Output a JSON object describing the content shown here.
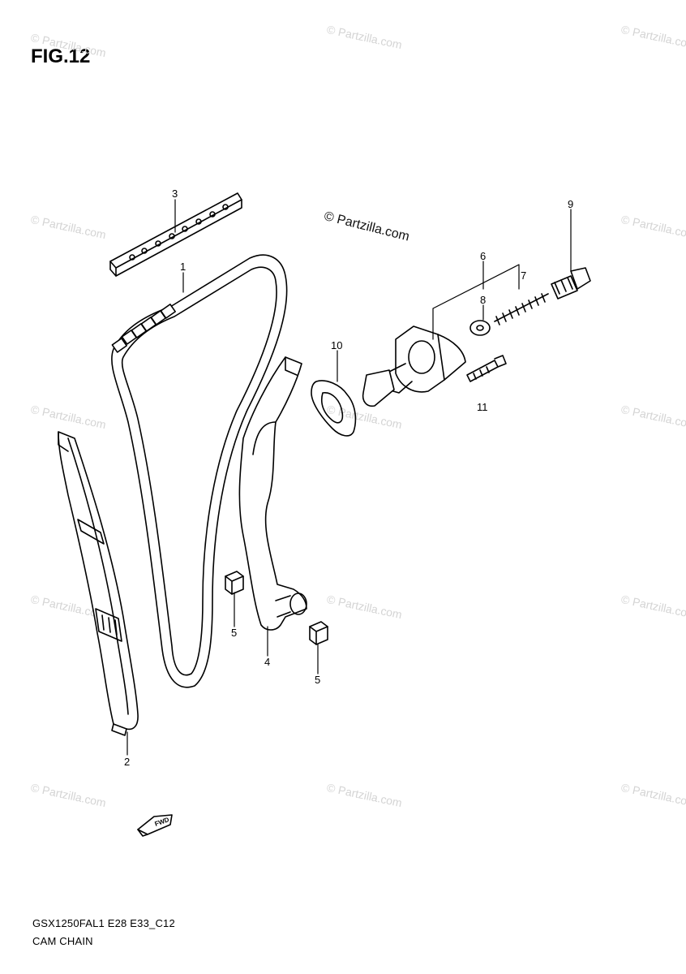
{
  "figure_title": "FIG.12",
  "watermark_main": "© Partzilla.com",
  "watermark_repeat": "© Partzilla.com",
  "model_code": "GSX1250FAL1 E28 E33_C12",
  "assembly_name": "CAM CHAIN",
  "fwd_mark": "FWD",
  "callouts": [
    "1",
    "2",
    "3",
    "4",
    "5",
    "5",
    "6",
    "7",
    "8",
    "9",
    "10",
    "11"
  ],
  "parts": [
    {
      "ref": "1",
      "part": "cam-chain"
    },
    {
      "ref": "2",
      "part": "cam-chain-guide-rear"
    },
    {
      "ref": "3",
      "part": "cam-chain-guide-top"
    },
    {
      "ref": "4",
      "part": "cam-chain-tensioner-arm"
    },
    {
      "ref": "5",
      "part": "cushion"
    },
    {
      "ref": "6",
      "part": "tensioner-adjuster-assembly"
    },
    {
      "ref": "7",
      "part": "tensioner-spring"
    },
    {
      "ref": "8",
      "part": "washer"
    },
    {
      "ref": "9",
      "part": "tensioner-plug-bolt"
    },
    {
      "ref": "10",
      "part": "tensioner-gasket"
    },
    {
      "ref": "11",
      "part": "tensioner-bolt"
    }
  ]
}
